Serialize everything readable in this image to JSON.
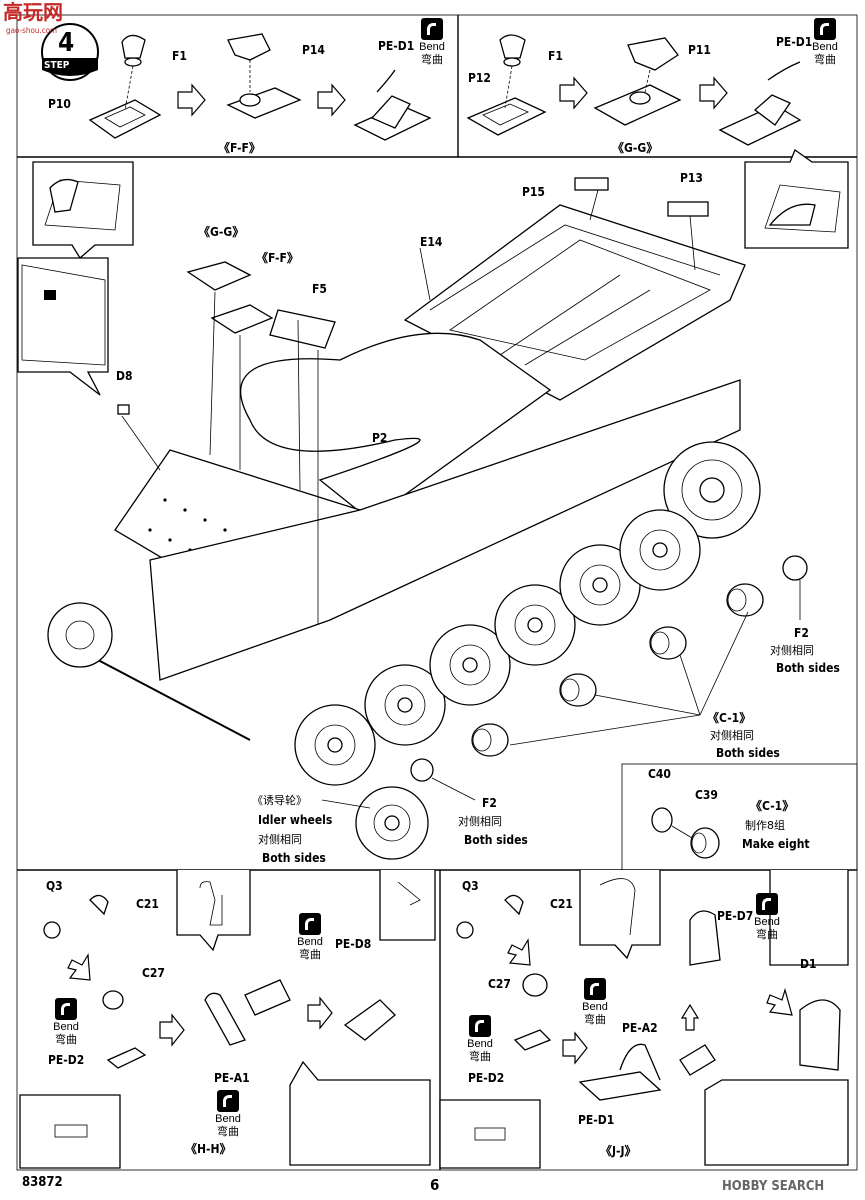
{
  "watermark": {
    "top_left_cn": "高玩网",
    "top_left_url": "gao-shou.com",
    "bottom_right": "HOBBY SEARCH"
  },
  "step": {
    "label": "STEP",
    "number": "4"
  },
  "footer": {
    "catalog_number": "83872",
    "page_number": "6"
  },
  "bend": {
    "en": "Bend",
    "cn": "弯曲"
  },
  "top_left_panel": {
    "parts": [
      "F1",
      "P14",
      "PE-D1",
      "P10"
    ],
    "section": "《F-F》"
  },
  "top_right_panel": {
    "parts": [
      "F1",
      "P11",
      "PE-D1",
      "P12"
    ],
    "section": "《G-G》"
  },
  "main": {
    "labels": [
      "P15",
      "P13",
      "E14",
      "《G-G》",
      "《F-F》",
      "F5",
      "D8",
      "P2",
      "F2"
    ],
    "both_sides_cn": "对侧相同",
    "both_sides_en": "Both sides",
    "c1": "《C-1》",
    "idler_cn": "《诱导轮》",
    "idler_en": "Idler wheels",
    "f2_lower": "F2"
  },
  "c1_panel": {
    "parts": [
      "C40",
      "C39"
    ],
    "section": "《C-1》",
    "make_cn": "制作8组",
    "make_en": "Make eight"
  },
  "hh_panel": {
    "parts": [
      "Q3",
      "C21",
      "C27",
      "PE-D2",
      "PE-A1",
      "PE-D8"
    ],
    "section": "《H-H》"
  },
  "jj_panel": {
    "parts": [
      "Q3",
      "C21",
      "C27",
      "PE-D2",
      "PE-A2",
      "PE-D1",
      "PE-D7",
      "D1"
    ],
    "section": "《J-J》"
  }
}
